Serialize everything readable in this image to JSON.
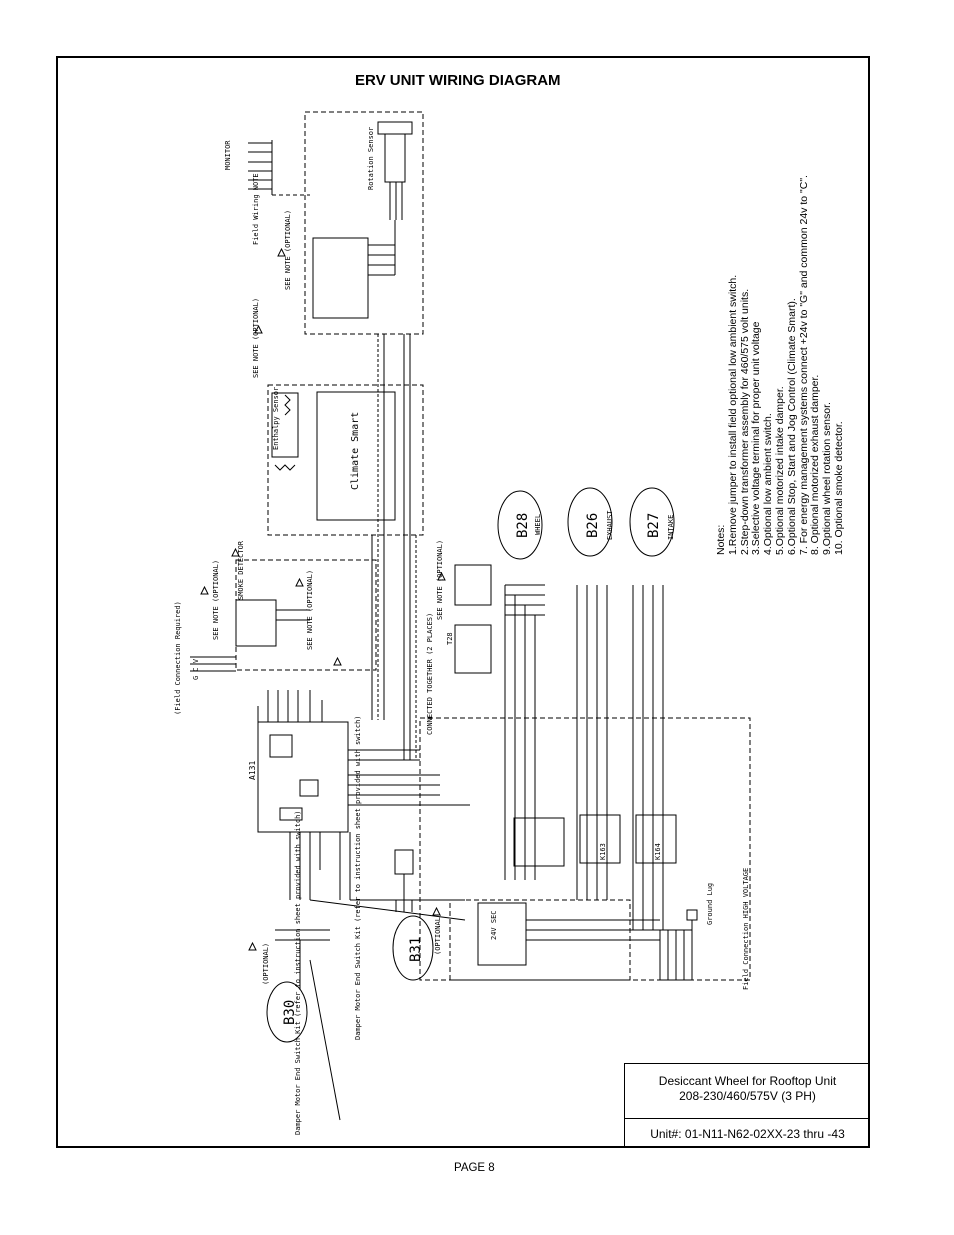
{
  "title": "ERV UNIT WIRING DIAGRAM",
  "notes": {
    "heading": "Notes:",
    "items": [
      "1.Remove jumper to install field optional low ambient switch.",
      "2.Step-down transformer assembly for 460/575 volt units.",
      "3.Selective voltage terminal for proper unit voltage",
      "4.Optional low ambient switch.",
      "5.Optional motorized intake damper.",
      "6.Optional Stop, Start and Jog Control (Climate Smart).",
      "7. For energy management systems connect +24v to \"G\" and common 24v to \"C\".",
      "8. Optional motorized exhaust damper.",
      "9.Optional wheel rotation sensor.",
      "10.  Optional smoke detector."
    ]
  },
  "title_block": {
    "line1": "Desiccant Wheel for Rooftop Unit",
    "line2": "208-230/460/575V (3 PH)",
    "unit": "Unit#: 01-N11-N62-02XX-23 thru -43"
  },
  "page_label": "PAGE 8",
  "labels": {
    "monitor": "MONITOR",
    "field_wiring": "Field Wiring NOTE",
    "rotation_sensor": "Rotation Sensor",
    "see_note_1": "SEE NOTE (OPTIONAL)",
    "see_note_2": "SEE NOTE (OPTIONAL)",
    "see_note_3": "SEE NOTE (OPTIONAL)",
    "see_note_4": "SEE NOTE (OPTIONAL)",
    "see_note_5": "SEE NOTE (OPTIONAL)",
    "enthalpy": "Enthalpy Sensor",
    "climate_smart": "Climate Smart",
    "field_connection": "(Field Connection Required)",
    "gcv": "G C V",
    "smoke_detector": "SMOKE DETECTOR",
    "a131": "A131",
    "b28": "B28",
    "b28_label": "WHEEL",
    "b26": "B26",
    "b26_label": "EXHAUST",
    "b27": "B27",
    "b27_label": "INTAKE",
    "b30": "B30",
    "b31": "B31",
    "k163": "K163",
    "k164": "K164",
    "ground_lug": "Ground Lug",
    "field_hv": "Field Connection HIGH VOLTAGE",
    "damper_motor_1": "Damper Motor End Switch Kit (refer to instruction sheet provided with switch)",
    "damper_motor_2": "Damper Motor End Switch Kit (refer to instruction sheet provided with switch)",
    "t28": "T28",
    "sec_24v": "24V SEC",
    "connected": "CONNECTED TOGETHER (2 PLACES)",
    "optional_1": "(OPTIONAL)",
    "optional_2": "(OPTIONAL)"
  }
}
